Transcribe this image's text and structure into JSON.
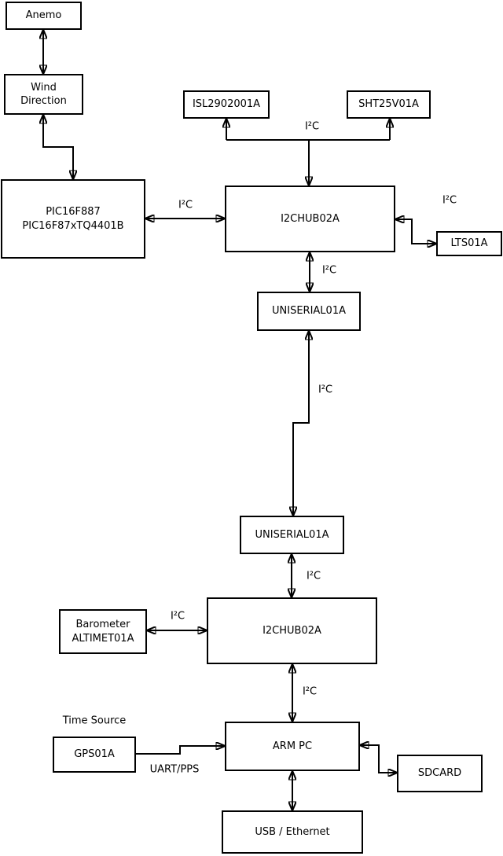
{
  "colors": {
    "background": "#ffffff",
    "line": "#000000",
    "box_border": "#000000",
    "text": "#000000"
  },
  "boxes": {
    "anemo": {
      "label": "Anemo"
    },
    "wind_direction": {
      "label": "Wind\nDirection"
    },
    "pic": {
      "label": "PIC16F887\nPIC16F87xTQ4401B"
    },
    "isl": {
      "label": "ISL2902001A"
    },
    "sht": {
      "label": "SHT25V01A"
    },
    "hub1": {
      "label": "I2CHUB02A"
    },
    "lts": {
      "label": "LTS01A"
    },
    "uniserial1": {
      "label": "UNISERIAL01A"
    },
    "uniserial2": {
      "label": "UNISERIAL01A"
    },
    "hub2": {
      "label": "I2CHUB02A"
    },
    "barometer": {
      "label": "Barometer\nALTIMET01A"
    },
    "gps": {
      "label": "GPS01A"
    },
    "armpc": {
      "label": "ARM PC"
    },
    "sdcard": {
      "label": "SDCARD"
    },
    "usb_ethernet": {
      "label": "USB / Ethernet"
    }
  },
  "edge_labels": {
    "top_bus": "I²C",
    "pic_hub1": "I²C",
    "hub1_lts": "I²C",
    "hub1_uniserial1": "I²C",
    "uniserial_link": "I²C",
    "uniserial2_hub2": "I²C",
    "barometer_hub2": "I²C",
    "hub2_armpc": "I²C",
    "time_source": "Time Source",
    "uart_pps": "UART/PPS"
  }
}
